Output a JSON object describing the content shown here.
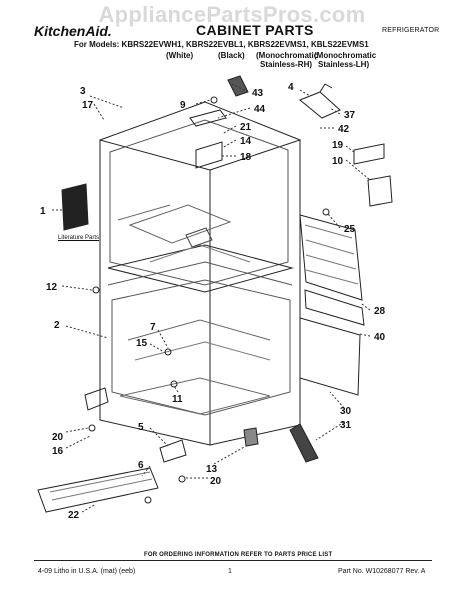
{
  "watermark": "AppliancePartsPros.com",
  "header": {
    "brand": "KitchenAid.",
    "title": "CABINET PARTS",
    "category": "REFRIGERATOR",
    "models_line": "For Models: KBRS22EVWH1, KBRS22EVBL1, KBRS22EVMS1, KBLS22EVMS1",
    "variants": [
      {
        "line1": "(White)",
        "line2": ""
      },
      {
        "line1": "(Black)",
        "line2": ""
      },
      {
        "line1": "(Monochromatic",
        "line2": "Stainless-RH)"
      },
      {
        "line1": "(Monochromatic",
        "line2": "Stainless-LH)"
      }
    ]
  },
  "literature_label": "Literature Parts",
  "callouts": [
    "3",
    "17",
    "9",
    "43",
    "44",
    "4",
    "37",
    "21",
    "42",
    "14",
    "18",
    "19",
    "10",
    "1",
    "25",
    "12",
    "2",
    "28",
    "40",
    "7",
    "15",
    "11",
    "30",
    "31",
    "20",
    "16",
    "5",
    "13",
    "6",
    "20",
    "22"
  ],
  "footer": {
    "ordering": "FOR ORDERING INFORMATION REFER TO PARTS PRICE LIST",
    "left": "4-09 Litho in U.S.A. (mat) (eeb)",
    "page": "1",
    "right": "Part No. W10268077 Rev. A"
  }
}
